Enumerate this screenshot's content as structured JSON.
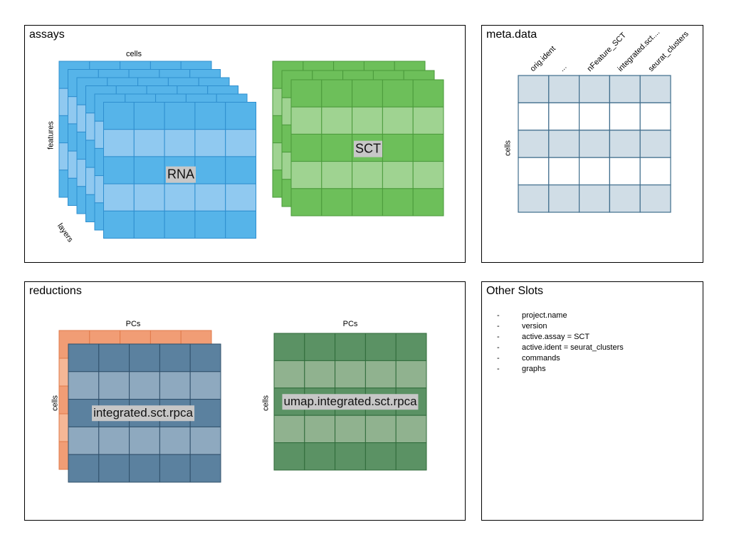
{
  "assays": {
    "title": "assays",
    "cells_label": "cells",
    "features_label": "features",
    "layers_label": "layers",
    "rna_label": "RNA",
    "sct_label": "SCT",
    "colors": {
      "rna_fill": "#56b4e9",
      "rna_light": "#90c9f0",
      "rna_border": "#2f8fcf",
      "sct_fill": "#6dbf5a",
      "sct_light": "#9fd391",
      "sct_border": "#4a9a3b"
    }
  },
  "meta_data": {
    "title": "meta.data",
    "cells_label": "cells",
    "columns": [
      "orig.ident",
      "...",
      "nFeature_SCT",
      "integrated.sct....",
      "seurat_clusters"
    ],
    "colors": {
      "shaded": "#d0dde6",
      "border": "#3f6d8c"
    }
  },
  "reductions": {
    "title": "reductions",
    "pca": {
      "pcs_label": "PCs",
      "cells_label": "cells",
      "name": "integrated.sct.rpca"
    },
    "umap": {
      "pcs_label": "PCs",
      "cells_label": "cells",
      "name": "umap.integrated.sct.rpca"
    },
    "colors": {
      "orange": "#f19d75",
      "orange_border": "#e07a4a",
      "blue": "#5b819f",
      "blue_light": "#8ea9bf",
      "blue_border": "#2f4f6a",
      "green": "#5b9264",
      "green_light": "#90b28f",
      "green_border": "#2f6b3a"
    }
  },
  "other_slots": {
    "title": "Other Slots",
    "items": [
      "project.name",
      "version",
      "active.assay = SCT",
      "active.ident = seurat_clusters",
      "commands",
      "graphs"
    ]
  }
}
